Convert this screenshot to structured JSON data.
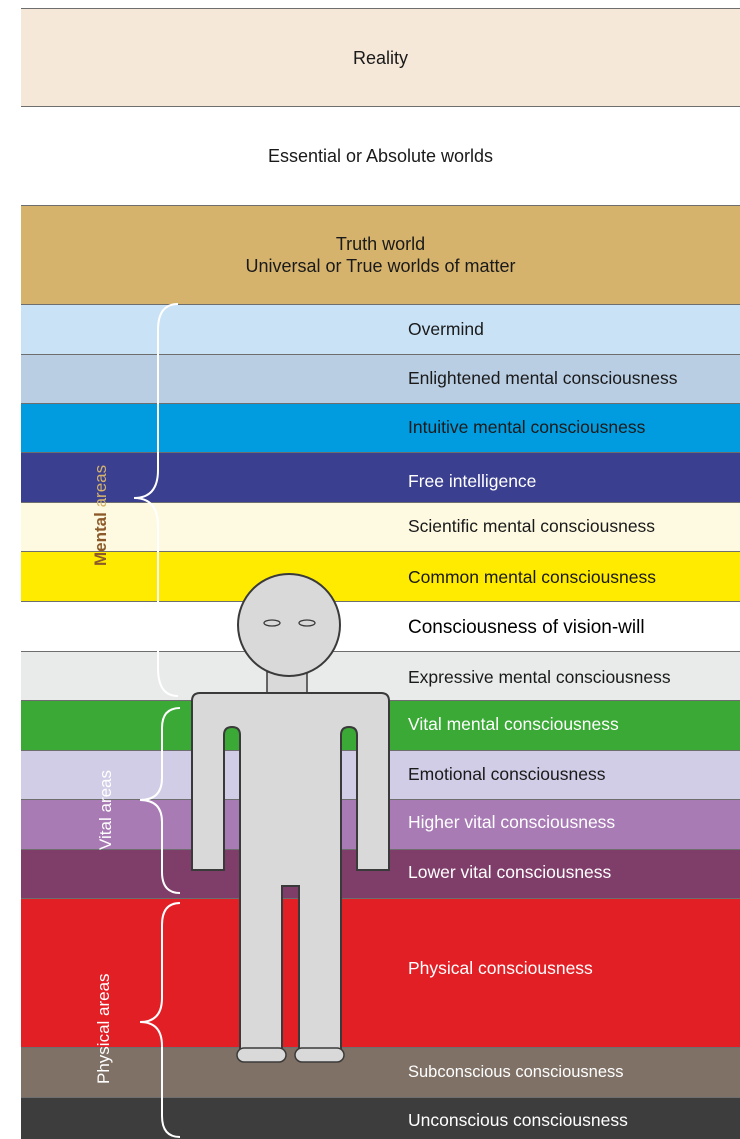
{
  "top_bands": [
    {
      "lines": [
        "Reality"
      ],
      "color": "#f5e8d8"
    },
    {
      "lines": [
        "Essential or Absolute worlds"
      ],
      "color": "#ffffff"
    },
    {
      "lines": [
        "Truth world",
        "Universal or True worlds of matter"
      ],
      "color": "#d6b36c"
    }
  ],
  "layers": [
    {
      "label": "Overmind",
      "color": "#c9e2f6",
      "text_color": "#1a1a1a"
    },
    {
      "label": "Enlightened mental consciousness",
      "color": "#b9cde3",
      "text_color": "#1a1a1a"
    },
    {
      "label": "Intuitive mental consciousness",
      "color": "#019cdf",
      "text_color": "#1a1a1a"
    },
    {
      "label": "Free intelligence",
      "color": "#3a3f8f",
      "text_color": "#ffffff"
    },
    {
      "label": "Scientific mental consciousness",
      "color": "#fefae1",
      "text_color": "#1a1a1a"
    },
    {
      "label": "Common mental consciousness",
      "color": "#ffeb00",
      "text_color": "#1a1a1a"
    },
    {
      "label": "Consciousness of vision-will",
      "color": "#ffffff",
      "text_color": "#000000"
    },
    {
      "label": "Expressive mental consciousness",
      "color": "#e9ebea",
      "text_color": "#1a1a1a"
    },
    {
      "label": "Vital mental consciousness",
      "color": "#3aa935",
      "text_color": "#ffffff"
    },
    {
      "label": "Emotional consciousness",
      "color": "#d2cde7",
      "text_color": "#1a1a1a"
    },
    {
      "label": "Higher vital consciousness",
      "color": "#a87bb5",
      "text_color": "#ffffff"
    },
    {
      "label": "Lower vital consciousness",
      "color": "#7f3d6a",
      "text_color": "#ffffff"
    },
    {
      "label": "Physical consciousness",
      "color": "#e31f26",
      "text_color": "#ffffff"
    },
    {
      "label": "Subconscious consciousness",
      "color": "#7f7166",
      "text_color": "#ffffff"
    },
    {
      "label": "Unconscious consciousness",
      "color": "#3d3d3d",
      "text_color": "#ffffff"
    }
  ],
  "groups": {
    "mental": {
      "word1": "Mental",
      "word2": "areas",
      "color1": "#8c5a2a",
      "color2": "#d6b36c"
    },
    "vital": {
      "text": "Vital areas",
      "color": "#ffffff"
    },
    "physical": {
      "text": "Physical areas",
      "color": "#ffffff"
    }
  },
  "figure": {
    "body_color": "#d9d9d9",
    "outline_color": "#3a3a3a"
  }
}
